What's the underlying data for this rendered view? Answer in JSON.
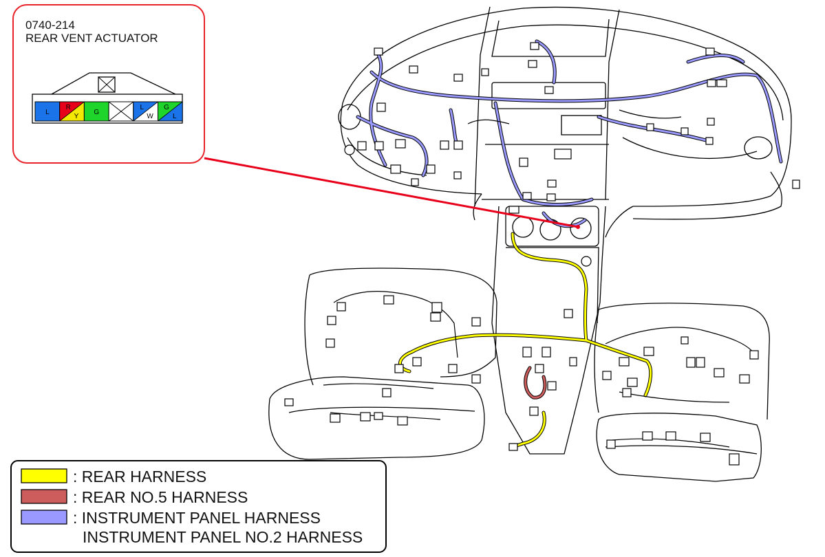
{
  "connector": {
    "code": "0740-214",
    "name": "REAR VENT ACTUATOR",
    "pins": [
      {
        "label": "L",
        "colors": [
          "#1a73e8"
        ]
      },
      {
        "label": "R",
        "label2": "Y",
        "colors": [
          "#e8001a",
          "#f5e800"
        ]
      },
      {
        "label": "G",
        "colors": [
          "#1fd42a"
        ]
      },
      {
        "label": "",
        "colors": [
          "#ffffff"
        ],
        "empty": true
      },
      {
        "label": "L",
        "label2": "W",
        "colors": [
          "#1a73e8",
          "#ffffff"
        ]
      },
      {
        "label": "G",
        "label2": "L",
        "colors": [
          "#1fd42a",
          "#1a73e8"
        ]
      }
    ]
  },
  "legend": {
    "items": [
      {
        "label": ": REAR HARNESS",
        "color": "#ffff00"
      },
      {
        "label": ": REAR NO.5 HARNESS",
        "color": "#cd5c5c"
      },
      {
        "label": ": INSTRUMENT PANEL HARNESS",
        "color": "#9999ff"
      },
      {
        "label": "INSTRUMENT PANEL NO.2 HARNESS",
        "color": ""
      }
    ]
  },
  "colors": {
    "callout_border": "#e8232a",
    "leader_line": "#e8001a",
    "rear_harness": "#ffff00",
    "rear_no5_harness": "#cd5c5c",
    "instrument_panel_harness": "#9999ff"
  }
}
